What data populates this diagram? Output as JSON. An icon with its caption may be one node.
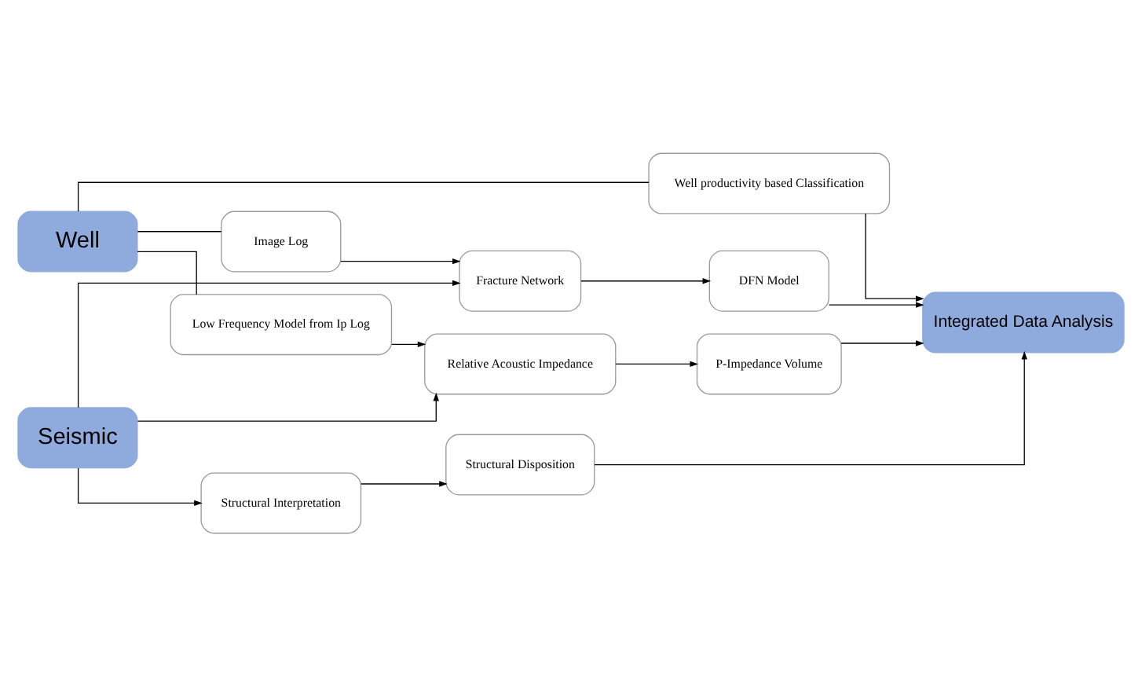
{
  "diagram": {
    "nodes": [
      {
        "text": [
          "Well"
        ]
      },
      {
        "text": [
          "Seismic"
        ]
      },
      {
        "text": [
          "Image Log"
        ]
      },
      {
        "text": [
          "Low Frequency Model from Ip Log"
        ]
      },
      {
        "text": [
          "Well productivity based Classification"
        ]
      },
      {
        "text": [
          "Fracture Network"
        ]
      },
      {
        "text": [
          "Relative Acoustic Impedance"
        ]
      },
      {
        "text": [
          "Structural Interpretation"
        ]
      },
      {
        "text": [
          "DFN Model"
        ]
      },
      {
        "text": [
          "P-Impedance Volume"
        ]
      },
      {
        "text": [
          "Structural Disposition"
        ]
      },
      {
        "text": [
          "Integrated Data Analysis"
        ]
      }
    ],
    "edges": [
      {
        "from": 0,
        "to": 2,
        "arrow": "none"
      },
      {
        "from": 0,
        "to": 3,
        "arrow": "none"
      },
      {
        "from": 0,
        "to": 4,
        "arrow": "none"
      },
      {
        "from": 1,
        "to": 5,
        "arrow": "to"
      },
      {
        "from": 1,
        "to": 6,
        "arrow": "to"
      },
      {
        "from": 1,
        "to": 7,
        "arrow": "to"
      },
      {
        "from": 2,
        "to": 5,
        "arrow": "to"
      },
      {
        "from": 3,
        "to": 6,
        "arrow": "to"
      },
      {
        "from": 5,
        "to": 8,
        "arrow": "to"
      },
      {
        "from": 6,
        "to": 9,
        "arrow": "to"
      },
      {
        "from": 7,
        "to": 10,
        "arrow": "to"
      },
      {
        "from": 8,
        "to": 11,
        "arrow": "to"
      },
      {
        "from": 9,
        "to": 11,
        "arrow": "to"
      },
      {
        "from": 10,
        "to": 11,
        "arrow": "to"
      },
      {
        "from": 4,
        "to": 11,
        "arrow": "to"
      }
    ]
  }
}
